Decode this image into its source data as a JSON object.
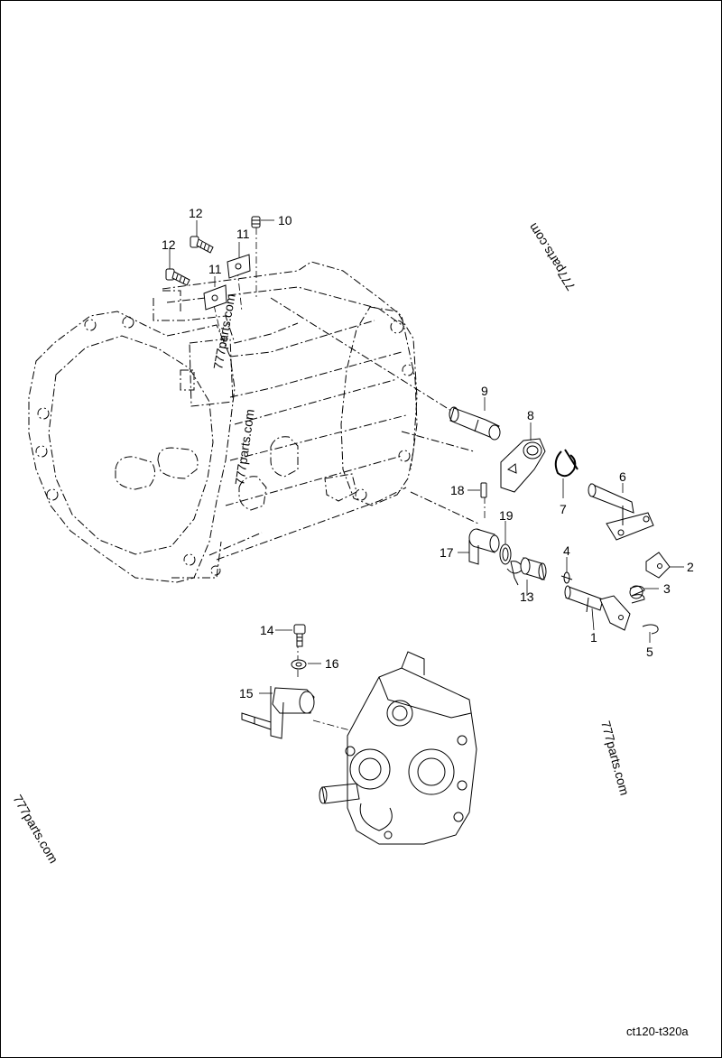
{
  "callouts": {
    "c1": "1",
    "c2": "2",
    "c3": "3",
    "c4": "4",
    "c5": "5",
    "c6": "6",
    "c7": "7",
    "c8": "8",
    "c9": "9",
    "c10": "10",
    "c11a": "11",
    "c11b": "11",
    "c12a": "12",
    "c12b": "12",
    "c13": "13",
    "c14": "14",
    "c15": "15",
    "c16": "16",
    "c17": "17",
    "c18": "18",
    "c19": "19"
  },
  "watermarks": {
    "w1": "777parts.com",
    "w2": "777parts.com",
    "w3": "777parts.com",
    "w4": "777parts.com",
    "w5": "777parts.com"
  },
  "drawing_ref": "ct120-t320a"
}
